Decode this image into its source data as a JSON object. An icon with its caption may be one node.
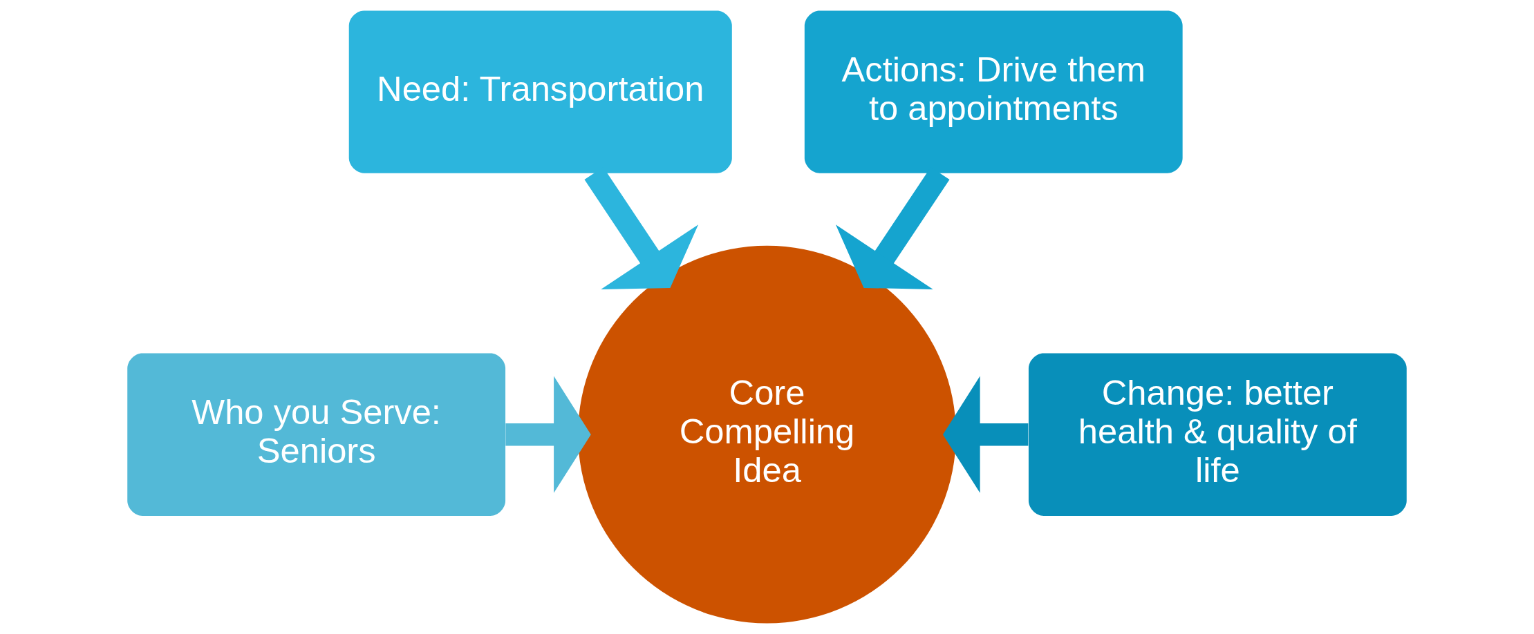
{
  "diagram": {
    "nodes": [
      {
        "text": [
          "Need: Transportation"
        ]
      },
      {
        "text": [
          "Actions: Drive them to appointments"
        ]
      },
      {
        "text": [
          "Who you Serve: Seniors"
        ]
      },
      {
        "text": [
          "Core Compelling Idea"
        ]
      },
      {
        "text": [
          "Change: better health & quality of life"
        ]
      }
    ],
    "edges": [
      {
        "from": 0,
        "to": 3,
        "arrow": "to",
        "color": "#2cb5dd"
      },
      {
        "from": 1,
        "to": 3,
        "arrow": "to",
        "color": "#15a4cf"
      },
      {
        "from": 2,
        "to": 3,
        "arrow": "to",
        "color": "#53b9d7"
      },
      {
        "from": 4,
        "to": 3,
        "arrow": "to",
        "color": "#088fba"
      }
    ]
  }
}
